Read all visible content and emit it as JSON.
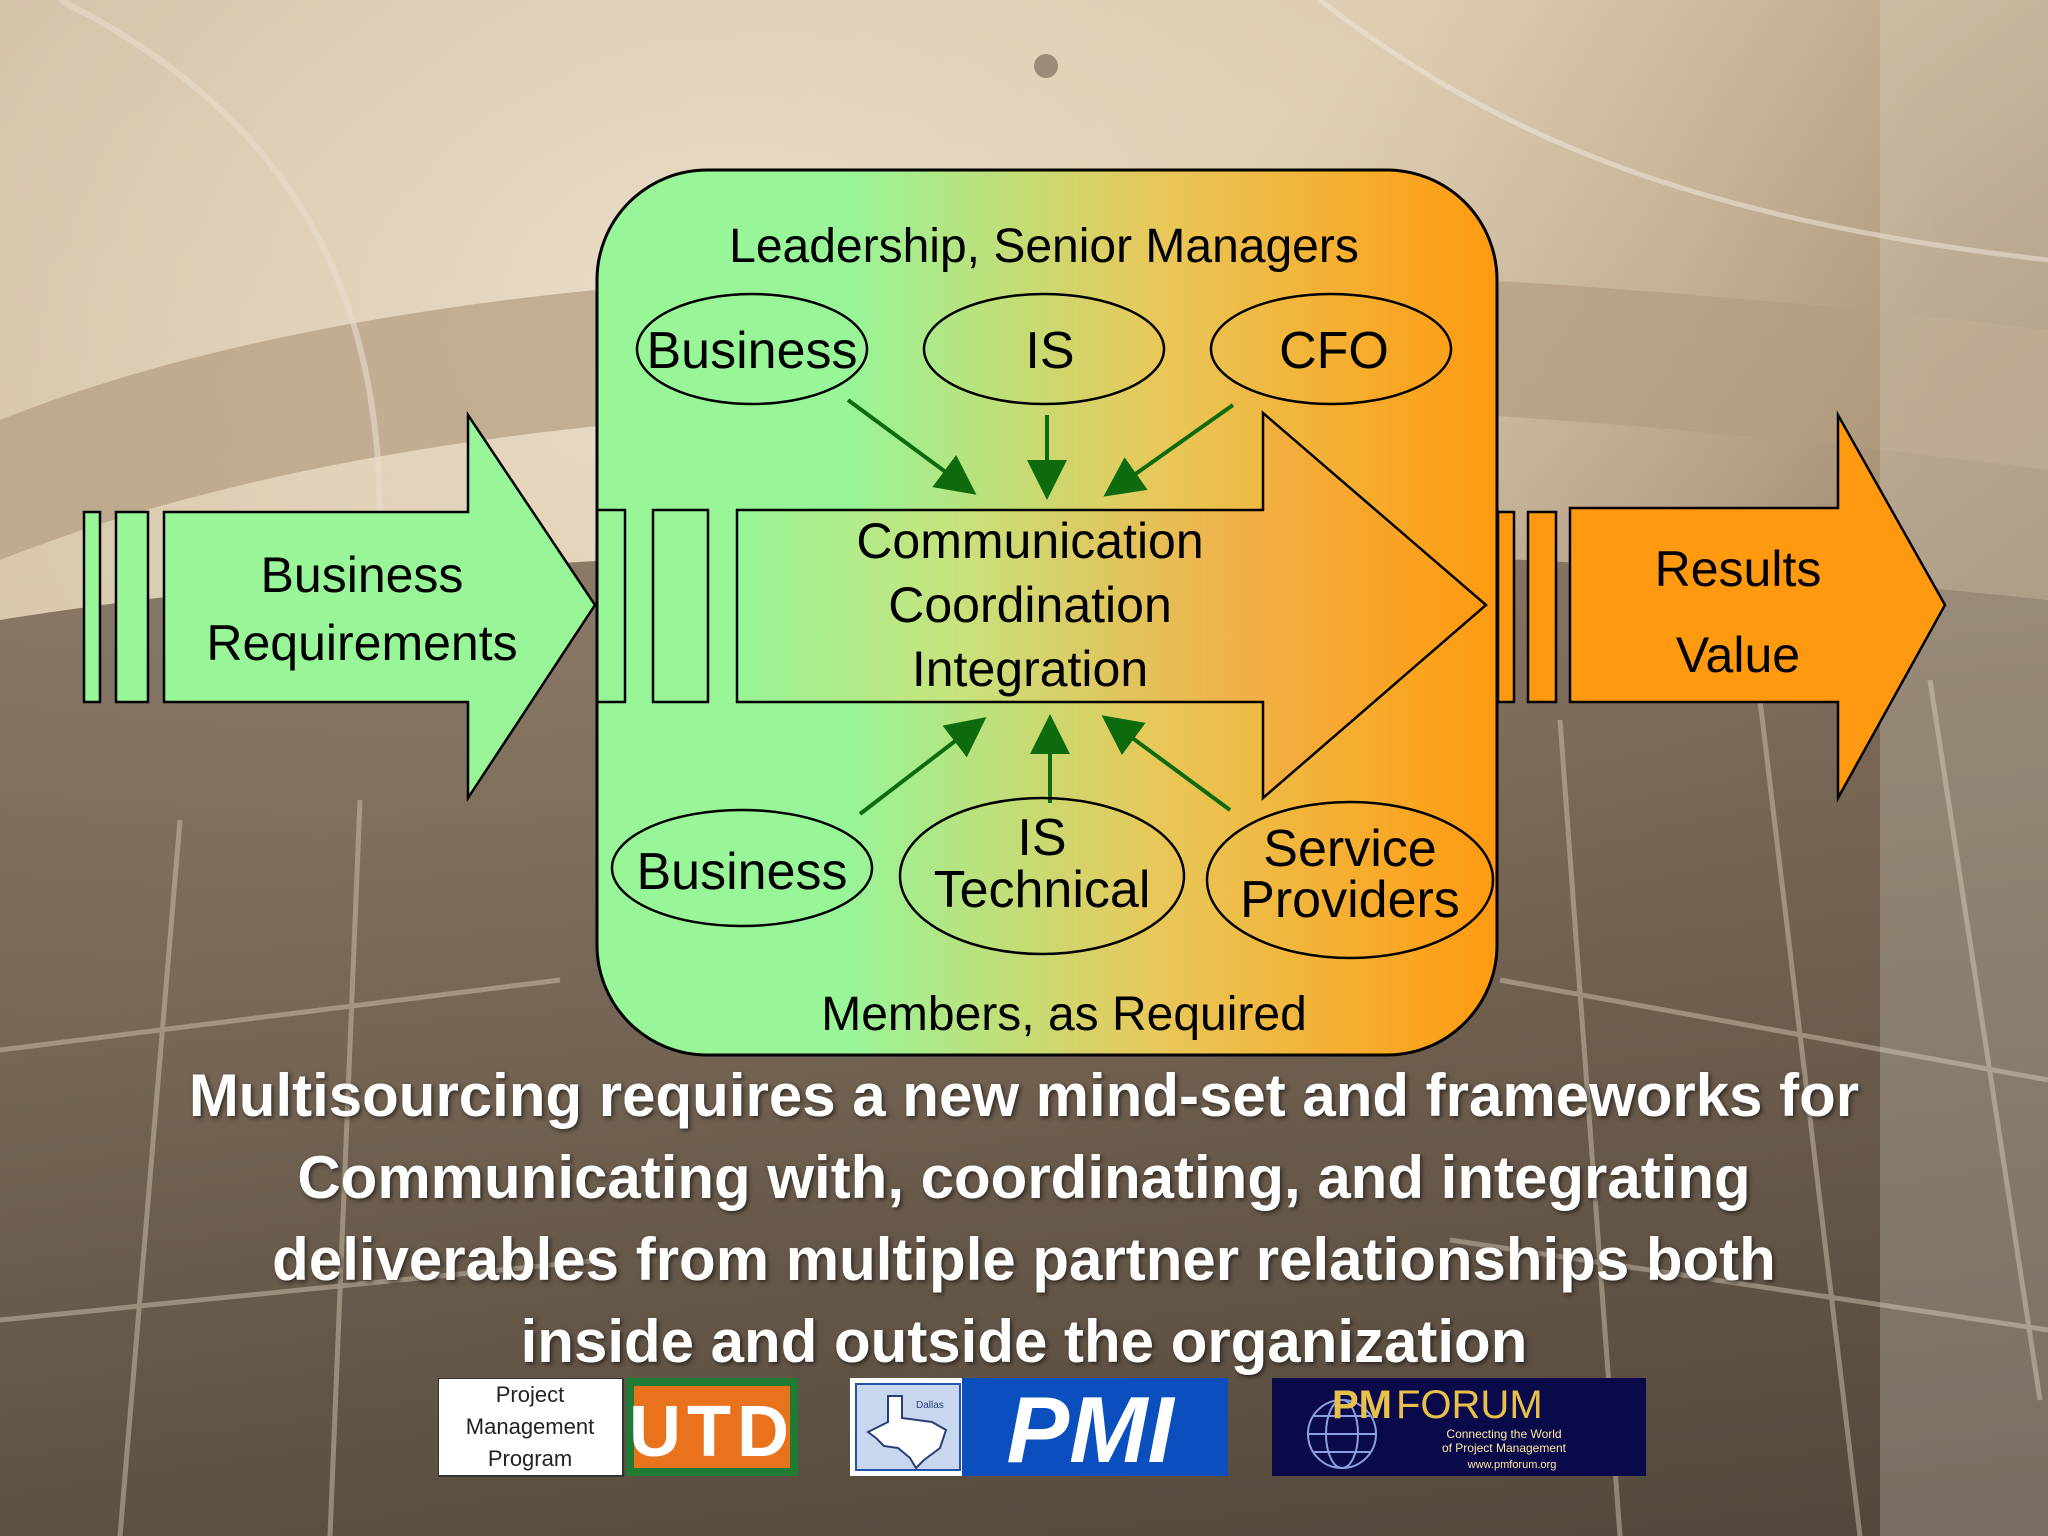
{
  "diagram": {
    "top_label": "Leadership, Senior Managers",
    "bottom_label": "Members, as Required",
    "top_ellipses": [
      "Business",
      "IS",
      "CFO"
    ],
    "bottom_ellipses": [
      {
        "lines": [
          "Business"
        ]
      },
      {
        "lines": [
          "IS",
          "Technical"
        ]
      },
      {
        "lines": [
          "Service",
          "Providers"
        ]
      }
    ],
    "input_arrow": {
      "lines": [
        "Business",
        "Requirements"
      ]
    },
    "center_arrow": {
      "lines": [
        "Communication",
        "Coordination",
        "Integration"
      ]
    },
    "output_arrow": {
      "lines": [
        "Results",
        "Value"
      ]
    }
  },
  "caption": [
    "Multisourcing requires a new mind-set and frameworks for",
    "Communicating with, coordinating, and integrating",
    "deliverables from multiple partner relationships both",
    "inside and outside the organization"
  ],
  "logos": {
    "utd": {
      "program_lines": [
        "Project",
        "Management",
        "Program"
      ],
      "mark": "UTD"
    },
    "pmi": {
      "badge": "Dallas",
      "mark": "PMI"
    },
    "pmforum": {
      "mark_pm": "PM",
      "mark_rest": "FORUM",
      "tagline": [
        "Connecting the World",
        "of Project Management"
      ],
      "url": "www.pmforum.org"
    }
  },
  "colors": {
    "green": "#98f598",
    "orange": "#ff9a10",
    "arrow_dark_green": "#0d6b0d",
    "caption_text": "#ffffff"
  },
  "icons": [
    "texas-map-icon",
    "globe-icon"
  ]
}
